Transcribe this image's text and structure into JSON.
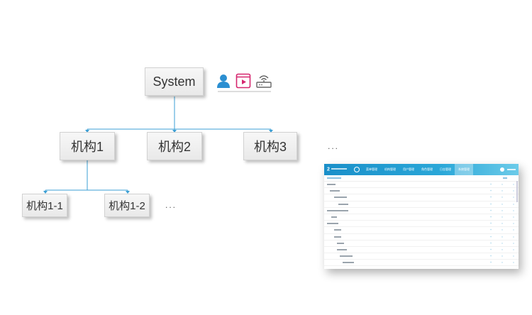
{
  "root": {
    "label": "System"
  },
  "level1": [
    {
      "label": "机构1"
    },
    {
      "label": "机构2"
    },
    {
      "label": "机构3"
    }
  ],
  "level2": [
    {
      "label": "机构1-1"
    },
    {
      "label": "机构1-2"
    }
  ],
  "ellipsis": {
    "level1": "...",
    "level2": "..."
  },
  "icons": [
    "user-icon",
    "video-icon",
    "router-icon"
  ],
  "colors": {
    "connector": "#3b9fd4",
    "user": "#2b8fd1",
    "video": "#d6266e",
    "router": "#666666"
  },
  "screenshot": {
    "tabs": [
      {
        "label": "菜单管理"
      },
      {
        "label": "机构管理"
      },
      {
        "label": "用户管理"
      },
      {
        "label": "角色管理"
      },
      {
        "label": "日志管理"
      },
      {
        "label": "系统管理"
      }
    ],
    "active_tab": 5
  }
}
